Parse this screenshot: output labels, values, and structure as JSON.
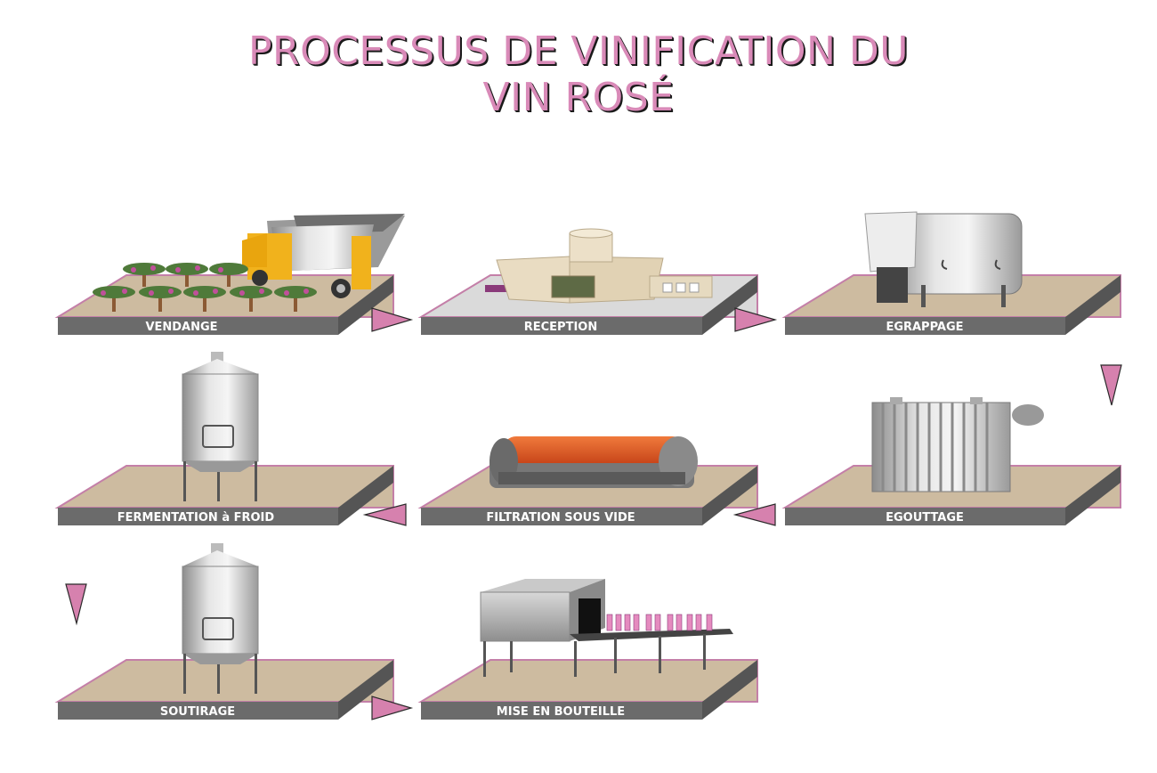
{
  "title": {
    "line1": "PROCESSUS DE VINIFICATION DU",
    "line2": "VIN ROSÉ"
  },
  "steps": [
    {
      "label": "VENDANGE",
      "icon": "harvester-vineyard-icon"
    },
    {
      "label": "RECEPTION",
      "icon": "reception-building-icon"
    },
    {
      "label": "EGRAPPAGE",
      "icon": "destemmer-machine-icon"
    },
    {
      "label": "EGOUTTAGE",
      "icon": "drainer-tank-icon"
    },
    {
      "label": "FILTRATION SOUS VIDE",
      "icon": "vacuum-filter-icon"
    },
    {
      "label": "FERMENTATION à FROID",
      "icon": "fermentation-tank-icon"
    },
    {
      "label": "SOUTIRAGE",
      "icon": "racking-tank-icon"
    },
    {
      "label": "MISE EN BOUTEILLE",
      "icon": "bottling-line-icon"
    }
  ],
  "colors": {
    "title": "#d98ab8",
    "arrow": "#d681ae",
    "platform_top": "#cdbba0",
    "platform_front": "#6b6b6b",
    "platform_edge": "#c47fa8"
  }
}
